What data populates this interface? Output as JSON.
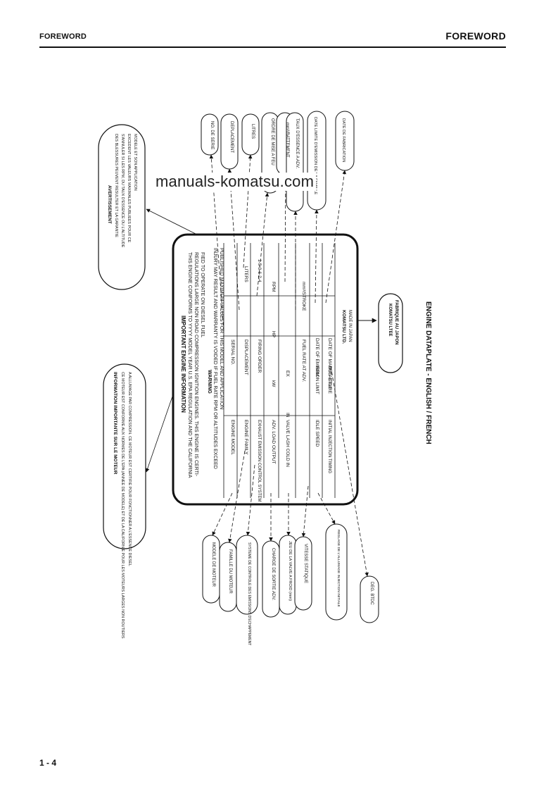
{
  "header": {
    "left": "FOREWORD",
    "right": "FOREWORD"
  },
  "watermark": "manuals-komatsu.com",
  "page_number": "1 - 4",
  "caption": "ENGINE DATAPLATE - ENGLISH / FRENCH",
  "plate": {
    "title": "IMPORTANT ENGINE INFORMATION",
    "intro": [
      "THIS ENGINE CONFORMS TO YYYY MODEL YEAR U.S. EPA REGULATION AND THE CALIFORNIA",
      "REGULATIONS LARGE NON ROAD COMPRESSION IGNITION ENGINES. THIS ENGINE IS CERTI-",
      "FIED TO OPERATE ON DIESEL FUEL"
    ],
    "warning_title": "WARNING",
    "warning": [
      "INJURY MAY RESULT AND WARRANTY IS VOIDED IF FUEL RATE RPM OR ALTITUDES EXCEED",
      "PUBLISHED MAXIMUM VALUES FOR THIS MODEL AND APPLICATION"
    ],
    "rows": [
      {
        "c1": "ENGINE MODEL",
        "c2": "",
        "c3": "SERIAL NO.",
        "c4": ""
      },
      {
        "c1": "ENGINE FAMILY",
        "c2": "",
        "c3": "DISPLACEMENT",
        "c4": "LITERS"
      },
      {
        "c1": "EXHAUST EMISSION CONTROL SYSTEM",
        "c2": "",
        "c3": "FIRING ORDER",
        "c4": "1-5-3-6-2-4"
      },
      {
        "c1": "ADV. LOAD OUTPUT",
        "c2": "kW",
        "c3": "HP",
        "c4": "RPM"
      },
      {
        "c1": "VALVE LASH COLD IN",
        "c2": "IN",
        "c3": "EX",
        "c4": ""
      },
      {
        "c1": "",
        "c2": "",
        "c3": "FUEL RATE AT ADV.",
        "c4": "mm³/STROKE"
      },
      {
        "c1": "IDLE SPEED",
        "c2": "RPM",
        "c3": "DATE OF EMISSION LIMIT",
        "c4": ""
      },
      {
        "c1": "INITIAL INJECTION TIMING",
        "c2": "DEG. BTDC",
        "c3": "DATE OF MANUFACTURE",
        "c4": ""
      }
    ],
    "maker": [
      "KOMATSU LTD.",
      "MADE IN JAPAN"
    ]
  },
  "callouts": {
    "info_fr": {
      "title": "INFORMATION IMPORTANTE SUR LE MOTEUR",
      "lines": [
        "CE MOTEUR EST CONFORME AUX NORMES DE L'EPA (ANNEE DE MODELE) ET DE LA CALIFORNIE POUR LES MOTEURS LARGES NON ROUTIERS",
        "A ALLUMAGE PAR COMPRESSION. CE MOTEUR EST CERTIFIE POUR FONCTIONNER A L'ESSENCE DIESEL"
      ]
    },
    "avertissement": {
      "title": "AVERTISSEMENT",
      "lines": [
        "DES BLESSURES PEUVENT RESULTER ET LA GARANTIE",
        "S'ANNULER SI LES RPM, DU TAUX D'ESSENCE OU L'ALTITUDE",
        "EXCEDENT LES VALEURS MAXIMALES PUBLIEES POUR CE",
        "MODELE ET SON APPLICATION"
      ]
    },
    "top": [
      "NO. DE SERIE",
      "DEPLACEMENT",
      "LITRES",
      "ORDRE DE MISE A FEU",
      "mm³/BATTEMENT",
      "TAUX D'ESSENCE A ADV.",
      "DATE LIMITE D'EMISSION DE LA FAMILLE",
      "DATE DE FABRICATION"
    ],
    "bottom": [
      "MODELE DE MOTEUR",
      "FAMILLE DU MOTEUR",
      "SYSTEME DE CONTROLE DES EMISSIONS D'ECHAPPEMENT",
      "CHARGE DE SORTIE ADV.",
      "JEU DE LA VALVE A FROID (mm)",
      "VITESSE STATIQUE",
      "REGLAGE DE L'ALLUMAGE INJECTION INITIALE",
      "DEG. BTDC"
    ],
    "maker_fr": [
      "KOMATSU LTEE",
      "FABRIQUE AU JAPON"
    ]
  }
}
